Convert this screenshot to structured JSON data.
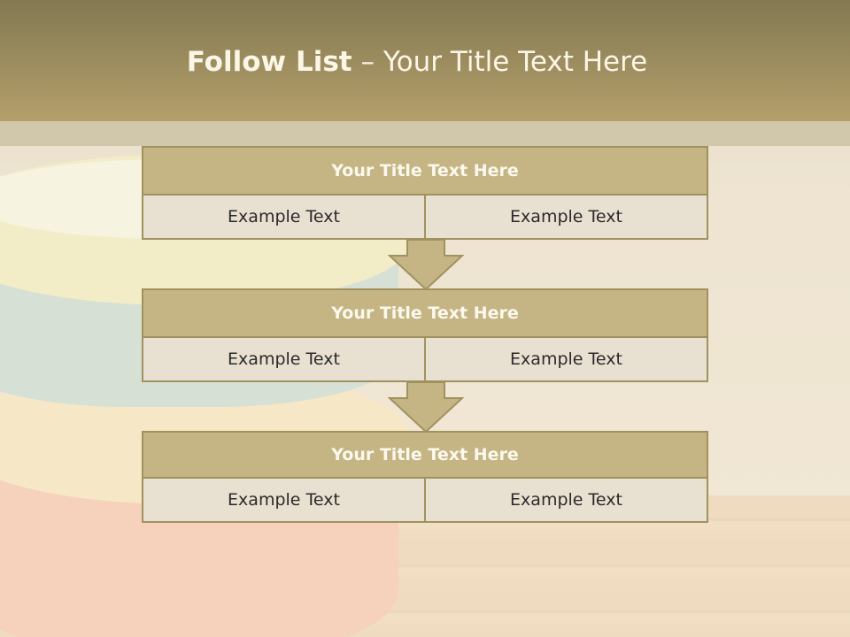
{
  "slide": {
    "title_bold": "Follow List",
    "title_rest": " – Your Title Text Here"
  },
  "blocks": [
    {
      "title": "Your Title Text Here",
      "cells": [
        "Example Text",
        "Example Text"
      ]
    },
    {
      "title": "Your Title Text Here",
      "cells": [
        "Example Text",
        "Example Text"
      ]
    },
    {
      "title": "Your Title Text Here",
      "cells": [
        "Example Text",
        "Example Text"
      ]
    }
  ],
  "colors": {
    "header": "#b49f6b",
    "block_title": "#c6b584",
    "block_border": "#a0925f",
    "cell": "#e8e1d1"
  },
  "icons": [
    "down-arrow-icon",
    "down-arrow-icon"
  ]
}
